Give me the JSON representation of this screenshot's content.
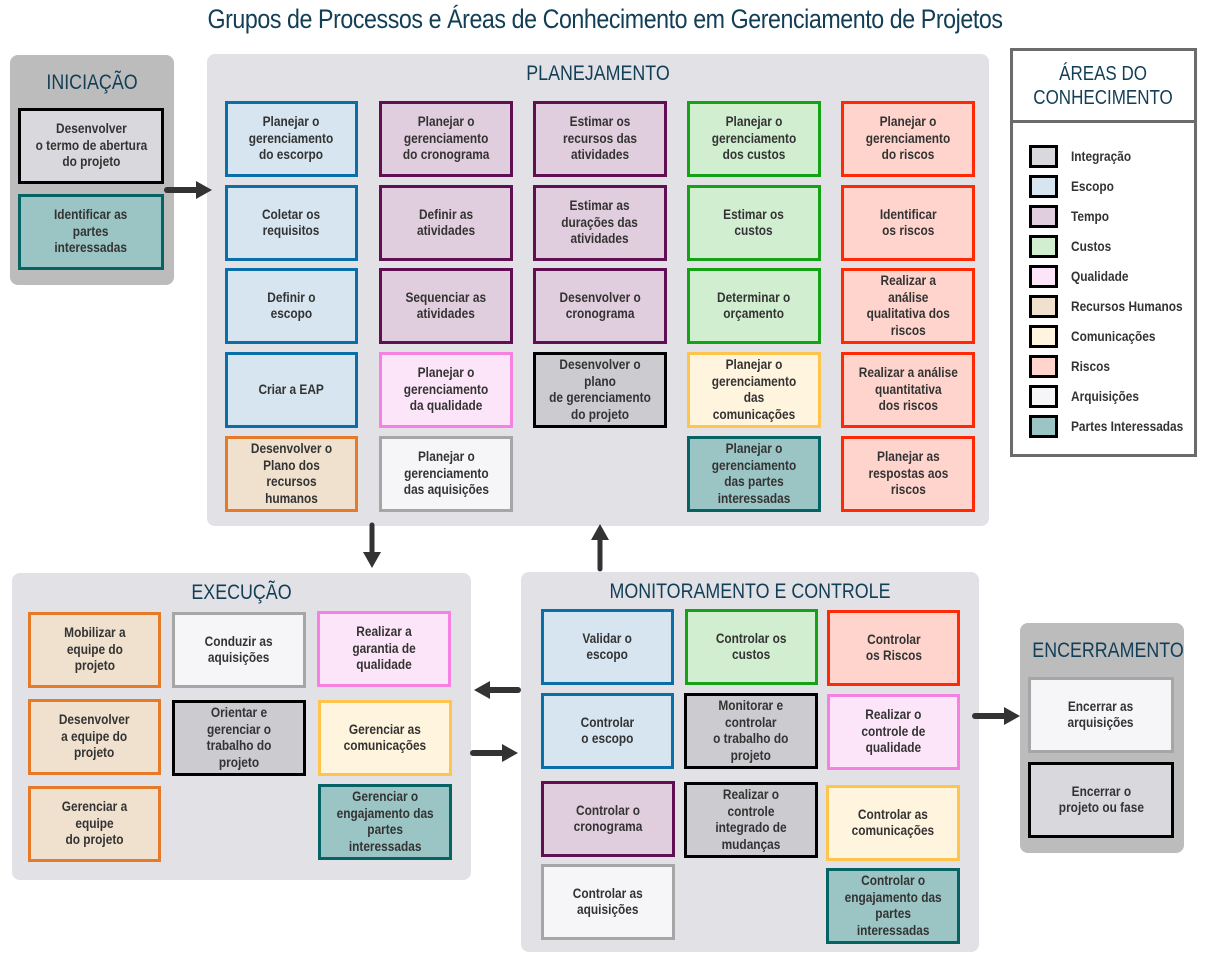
{
  "title": "Grupos de Processos e Áreas de Conhecimento em Gerenciamento de Projetos",
  "legend": {
    "title": "ÁREAS DO\nCONHECIMENTO",
    "items": [
      {
        "key": "int",
        "label": "Integração",
        "border": "#000000",
        "fill": "#d9d9dd"
      },
      {
        "key": "esc",
        "label": "Escopo",
        "border": "#0a6fa8",
        "fill": "#d6e5ef"
      },
      {
        "key": "tem",
        "label": "Tempo",
        "border": "#5f0f52",
        "fill": "#e0cddd"
      },
      {
        "key": "cus",
        "label": "Custos",
        "border": "#14a314",
        "fill": "#d1eed0"
      },
      {
        "key": "qua",
        "label": "Qualidade",
        "border": "#f781e2",
        "fill": "#fde5f9"
      },
      {
        "key": "rh",
        "label": "Recursos Humanos",
        "border": "#e57a28",
        "fill": "#efe1cd"
      },
      {
        "key": "com",
        "label": "Comunicações",
        "border": "#ffc44d",
        "fill": "#fff4dd"
      },
      {
        "key": "ris",
        "label": "Riscos",
        "border": "#ff2a05",
        "fill": "#ffd4cd"
      },
      {
        "key": "arq",
        "label": "Arquisições",
        "border": "#a6a6a6",
        "fill": "#f6f6f8"
      },
      {
        "key": "par",
        "label": "Partes Interessadas",
        "border": "#066364",
        "fill": "#9bc5c4"
      }
    ]
  },
  "groups": {
    "iniciacao": {
      "title": "INICIAÇÃO",
      "processes": [
        {
          "text": "Desenvolver\no termo de abertura\ndo projeto",
          "area": "Integração"
        },
        {
          "text": "Identificar as\npartes\ninteressadas",
          "area": "Partes Interessadas"
        }
      ]
    },
    "planejamento": {
      "title": "PLANEJAMENTO",
      "processes": [
        {
          "text": "Planejar o\ngerenciamento\ndo escorpo",
          "area": "Escopo"
        },
        {
          "text": "Coletar os\nrequisitos",
          "area": "Escopo"
        },
        {
          "text": "Definir o\nescopo",
          "area": "Escopo"
        },
        {
          "text": "Criar a EAP",
          "area": "Escopo"
        },
        {
          "text": "Desenvolver o\nPlano dos\nrecursos humanos",
          "area": "Recursos Humanos"
        },
        {
          "text": "Planejar o\ngerenciamento\ndo cronograma",
          "area": "Tempo"
        },
        {
          "text": "Definir as\natividades",
          "area": "Tempo"
        },
        {
          "text": "Sequenciar as\natividades",
          "area": "Tempo"
        },
        {
          "text": "Planejar o\ngerenciamento\nda qualidade",
          "area": "Qualidade"
        },
        {
          "text": "Planejar o\ngerenciamento\ndas aquisições",
          "area": "Arquisições"
        },
        {
          "text": "Estimar os\nrecursos das\natividades",
          "area": "Tempo"
        },
        {
          "text": "Estimar as\ndurações das\natividades",
          "area": "Tempo"
        },
        {
          "text": "Desenvolver o\ncronograma",
          "area": "Tempo"
        },
        {
          "text": "Desenvolver o plano\nde gerenciamento\ndo projeto",
          "area": "Integração"
        },
        {
          "text": "Planejar o\ngerenciamento\ndos custos",
          "area": "Custos"
        },
        {
          "text": "Estimar os\ncustos",
          "area": "Custos"
        },
        {
          "text": "Determinar o\norçamento",
          "area": "Custos"
        },
        {
          "text": "Planejar o\ngerenciamento\ndas comunicações",
          "area": "Comunicações"
        },
        {
          "text": "Planejar o\ngerenciamento\ndas partes\ninteressadas",
          "area": "Partes Interessadas"
        },
        {
          "text": "Planejar o\ngerenciamento\ndo riscos",
          "area": "Riscos"
        },
        {
          "text": "Identificar\nos riscos",
          "area": "Riscos"
        },
        {
          "text": "Realizar a\nanálise\nqualitativa dos\nriscos",
          "area": "Riscos"
        },
        {
          "text": "Realizar a análise\nquantitativa\ndos riscos",
          "area": "Riscos"
        },
        {
          "text": "Planejar as\nrespostas aos\nriscos",
          "area": "Riscos"
        }
      ]
    },
    "execucao": {
      "title": "EXECUÇÃO",
      "processes": [
        {
          "text": "Mobilizar a\nequipe do\nprojeto",
          "area": "Recursos Humanos"
        },
        {
          "text": "Desenvolver\na equipe do\nprojeto",
          "area": "Recursos Humanos"
        },
        {
          "text": "Gerenciar a equipe\ndo projeto",
          "area": "Recursos Humanos"
        },
        {
          "text": "Conduzir as\naquisições",
          "area": "Arquisições"
        },
        {
          "text": "Orientar e\ngerenciar o\ntrabalho do projeto",
          "area": "Integração"
        },
        {
          "text": "Realizar a\ngarantia de\nqualidade",
          "area": "Qualidade"
        },
        {
          "text": "Gerenciar as\ncomunicações",
          "area": "Comunicações"
        },
        {
          "text": "Gerenciar o\nengajamento das\npartes\ninteressadas",
          "area": "Partes Interessadas"
        }
      ]
    },
    "monitoramento": {
      "title": "MONITORAMENTO E CONTROLE",
      "processes": [
        {
          "text": "Validar o\nescopo",
          "area": "Escopo"
        },
        {
          "text": "Controlar\no escopo",
          "area": "Escopo"
        },
        {
          "text": "Controlar o\ncronograma",
          "area": "Tempo"
        },
        {
          "text": "Controlar as\naquisições",
          "area": "Arquisições"
        },
        {
          "text": "Controlar os\ncustos",
          "area": "Custos"
        },
        {
          "text": "Monitorar e\ncontrolar\no trabalho do\nprojeto",
          "area": "Integração"
        },
        {
          "text": "Realizar o controle\nintegrado de\nmudanças",
          "area": "Integração"
        },
        {
          "text": "Controlar\nos Riscos",
          "area": "Riscos"
        },
        {
          "text": "Realizar o\ncontrole de\nqualidade",
          "area": "Qualidade"
        },
        {
          "text": "Controlar as\ncomunicações",
          "area": "Comunicações"
        },
        {
          "text": "Controlar o\nengajamento das\npartes\ninteressadas",
          "area": "Partes Interessadas"
        }
      ]
    },
    "encerramento": {
      "title": "ENCERRAMENTO",
      "processes": [
        {
          "text": "Encerrar as\narquisições",
          "area": "Arquisições"
        },
        {
          "text": "Encerrar o\nprojeto ou fase",
          "area": "Integração"
        }
      ]
    }
  },
  "colors": {
    "title": "#123e56",
    "arrow": "#333333"
  }
}
